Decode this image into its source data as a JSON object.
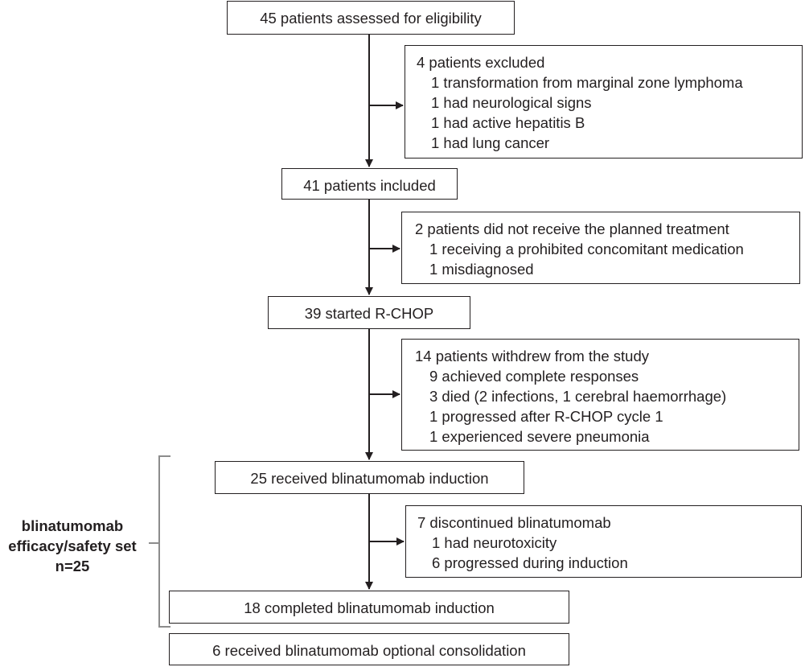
{
  "colors": {
    "stroke": "#231f20",
    "bracket": "#8c8c8c"
  },
  "flow": {
    "assessed": "45 patients assessed for eligibility",
    "included": "41 patients included",
    "started_rchop": "39 started R-CHOP",
    "received_induction": "25 received blinatumomab induction",
    "completed_induction": "18 completed blinatumomab induction",
    "consolidation": "6 received blinatumomab optional consolidation"
  },
  "exclusions": {
    "excluded": {
      "title": "4 patients excluded",
      "items": [
        "1 transformation from marginal zone lymphoma",
        "1 had neurological signs",
        "1 had active hepatitis B",
        "1 had lung cancer"
      ]
    },
    "not_treated": {
      "title": "2 patients did not receive the planned treatment",
      "items": [
        "1 receiving a prohibited concomitant medication",
        "1 misdiagnosed"
      ]
    },
    "withdrew": {
      "title": "14 patients withdrew from the study",
      "items": [
        "9 achieved complete responses",
        "3 died (2 infections, 1 cerebral haemorrhage)",
        "1 progressed after R-CHOP cycle 1",
        "1 experienced severe pneumonia"
      ]
    },
    "discontinued": {
      "title": "7 discontinued blinatumomab",
      "items": [
        "1 had neurotoxicity",
        "6 progressed during induction"
      ]
    }
  },
  "analysis_set": {
    "line1": "blinatumomab",
    "line2": "efficacy/safety set",
    "line3": "n=25"
  }
}
